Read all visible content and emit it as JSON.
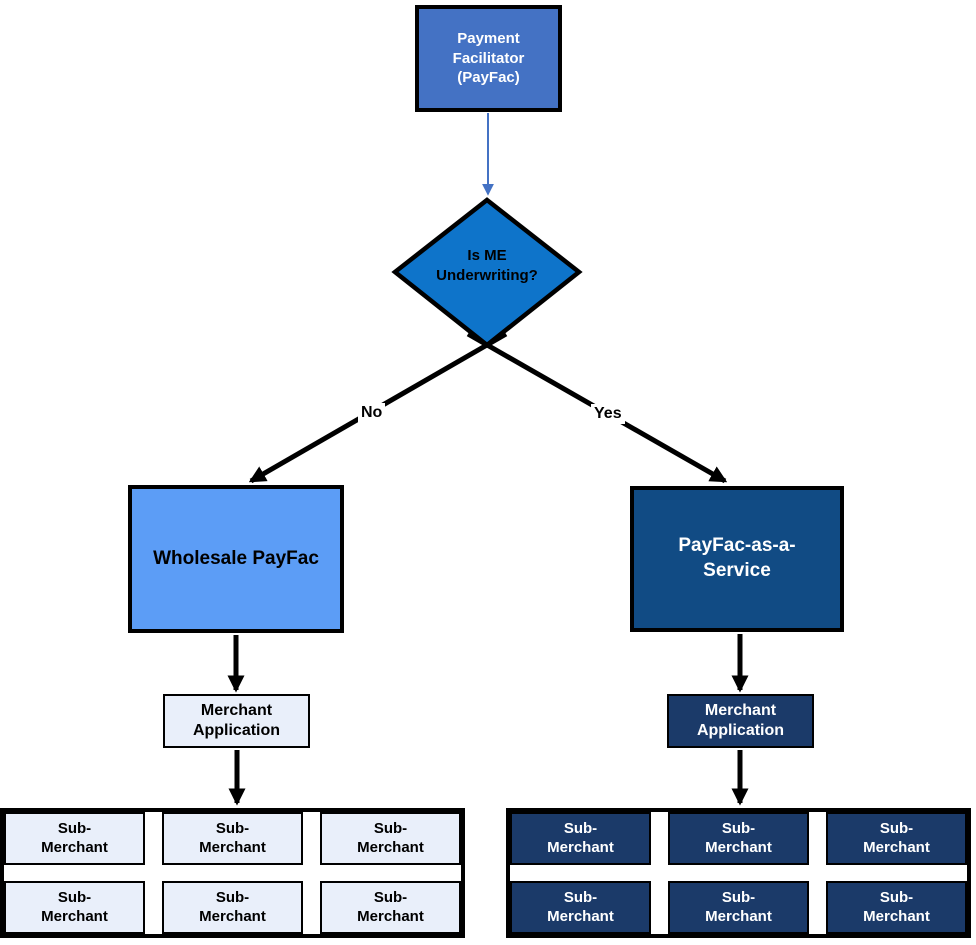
{
  "flowchart": {
    "root": {
      "label": "Payment\nFacilitator\n(PayFac)"
    },
    "decision": {
      "label": "Is ME\nUnderwriting?"
    },
    "branches": {
      "no": "No",
      "yes": "Yes"
    },
    "wholesale": {
      "label": "Wholesale PayFac"
    },
    "paas": {
      "label": "PayFac-as-a-\nService"
    },
    "merchant_app_left": {
      "label": "Merchant\nApplication"
    },
    "merchant_app_right": {
      "label": "Merchant\nApplication"
    },
    "sub_merchant_label": "Sub-\nMerchant",
    "colors": {
      "root_fill": "#4472C4",
      "decision_fill": "#0E74CA",
      "wholesale_fill": "#5C9DF6",
      "paas_fill": "#114B84",
      "dark_cell_fill": "#1B3A69",
      "light_cell_fill": "#E9EFFA",
      "connector_blue": "#4472C4",
      "connector_black": "#000000"
    }
  }
}
